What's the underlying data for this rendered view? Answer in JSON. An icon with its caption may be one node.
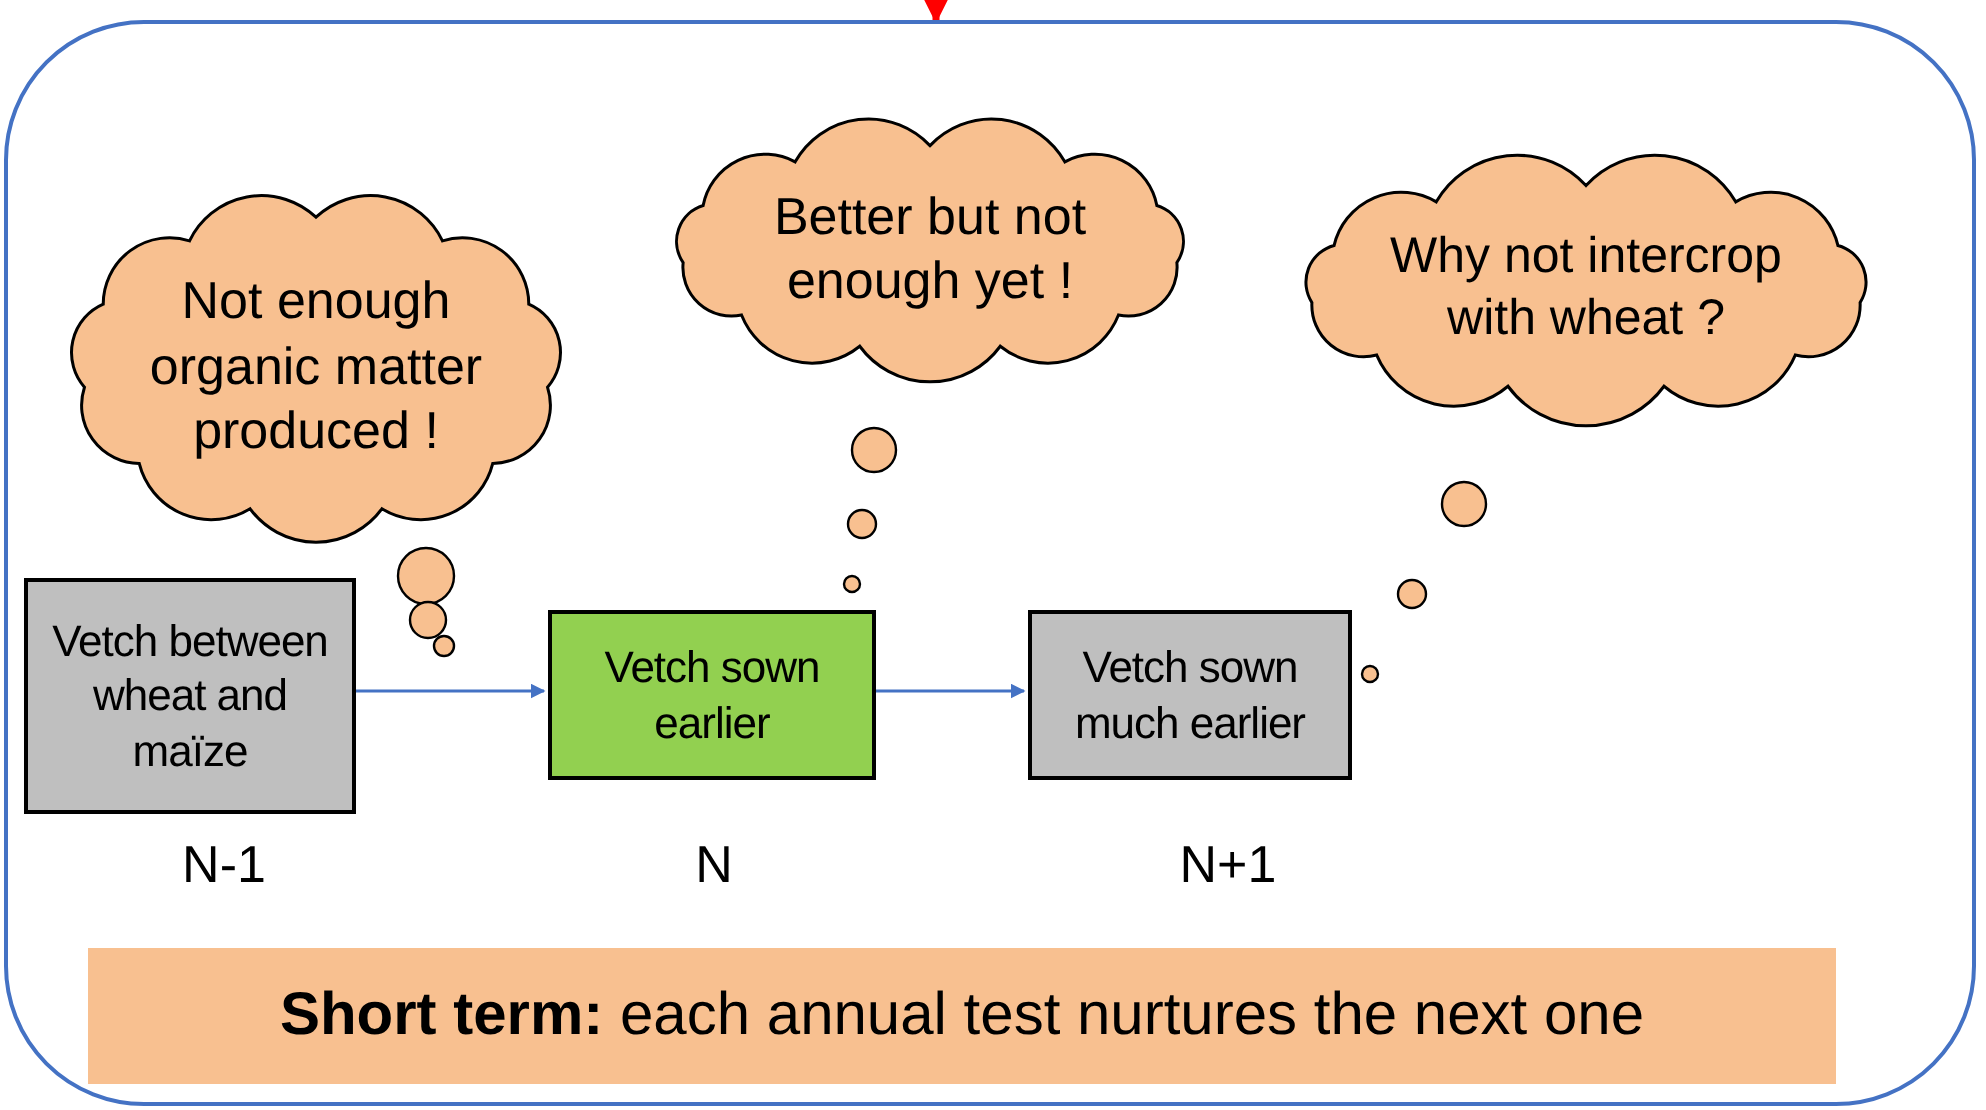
{
  "diagram": {
    "nodes": [
      {
        "text": [],
        "shape": "box"
      },
      {
        "text": [
          "Not enough organic matter produced !"
        ],
        "in": 0
      },
      {
        "text": [
          "Better but not enough yet !"
        ],
        "in": 0
      },
      {
        "text": [
          "Why not intercrop with wheat ?"
        ],
        "in": 0
      },
      {
        "text": [
          "Vetch between wheat and maïze"
        ],
        "in": 0,
        "beside": [
          "N-1"
        ]
      },
      {
        "text": [
          "Vetch sown earlier"
        ],
        "in": 0,
        "beside": [
          "N"
        ]
      },
      {
        "text": [
          "Vetch sown much earlier"
        ],
        "in": 0,
        "beside": [
          "N+1"
        ]
      },
      {
        "text": [
          "**Short term:** each annual test nurtures the next one"
        ],
        "in": 0
      }
    ],
    "edges": [
      {
        "from": null,
        "to": 0,
        "arrow": "to",
        "style": "thick",
        "color": "#ff0000"
      },
      {
        "from": 4,
        "to": 5,
        "arrow": "to"
      },
      {
        "from": 5,
        "to": 6,
        "arrow": "to"
      }
    ]
  }
}
